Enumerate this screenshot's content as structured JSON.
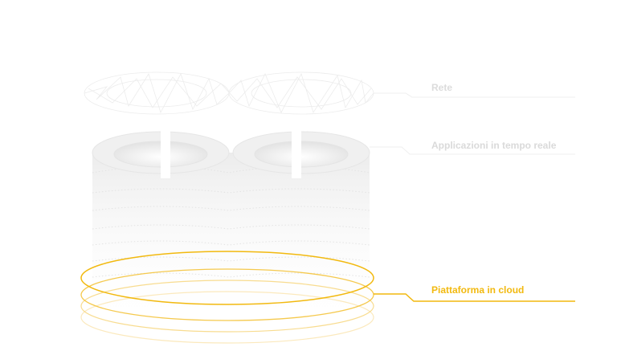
{
  "layers": [
    {
      "id": "network",
      "label": "Rete",
      "color": "#e8e8e8"
    },
    {
      "id": "apps",
      "label": "Applicazioni in tempo reale",
      "color": "#e6e6e6"
    },
    {
      "id": "cloud",
      "label": "Piattaforma in cloud",
      "color": "#f2b90f"
    }
  ]
}
